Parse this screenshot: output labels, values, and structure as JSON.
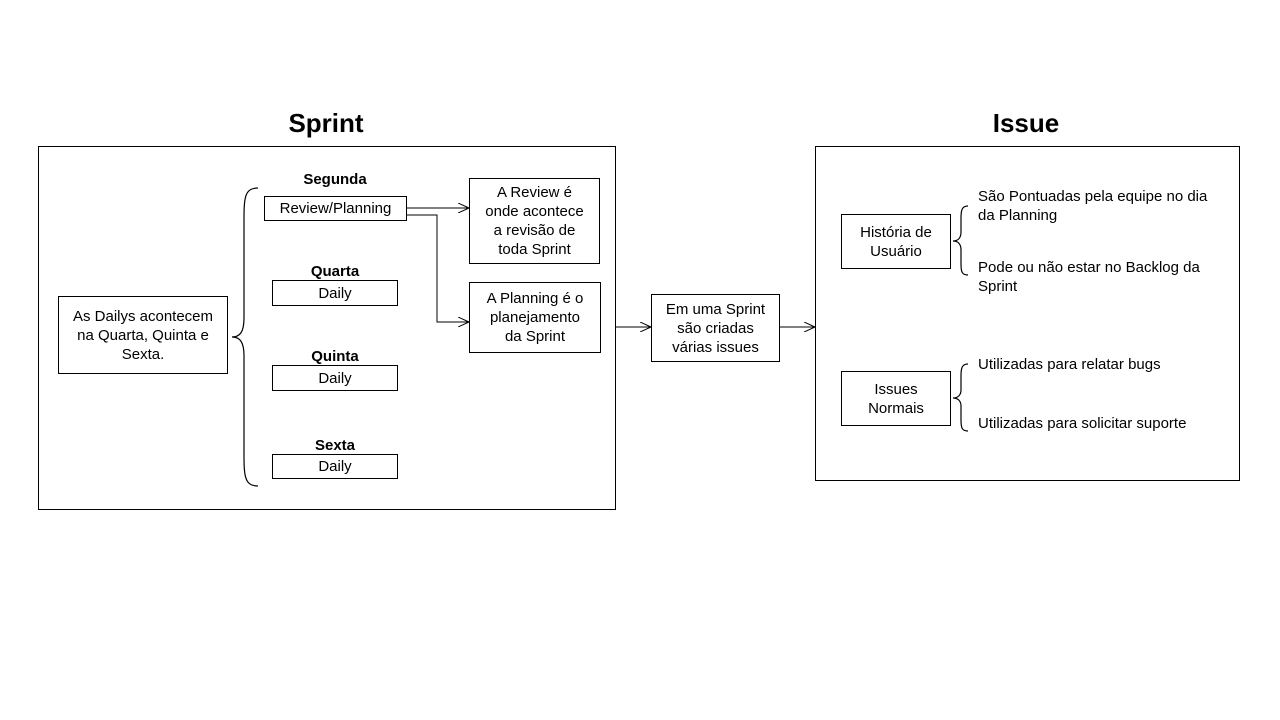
{
  "sprint": {
    "title": "Sprint",
    "dailies_note": "As Dailys acontecem\nna Quarta, Quinta e\nSexta.",
    "days": [
      {
        "day": "Segunda",
        "event": "Review/Planning"
      },
      {
        "day": "Quarta",
        "event": "Daily"
      },
      {
        "day": "Quinta",
        "event": "Daily"
      },
      {
        "day": "Sexta",
        "event": "Daily"
      }
    ],
    "review_note": "A Review é\nonde acontece\na revisão de\ntoda Sprint",
    "planning_note": "A Planning é o\nplanejamento\nda Sprint"
  },
  "connector": {
    "text": "Em uma Sprint\nsão criadas\nvárias issues"
  },
  "issue": {
    "title": "Issue",
    "types": [
      {
        "label": "História de\nUsuário",
        "notes": [
          "São Pontuadas pela equipe no dia\nda Planning",
          "Pode ou não estar no Backlog da\nSprint"
        ]
      },
      {
        "label": "Issues\nNormais",
        "notes": [
          "Utilizadas para relatar bugs",
          "Utilizadas para solicitar suporte"
        ]
      }
    ]
  }
}
